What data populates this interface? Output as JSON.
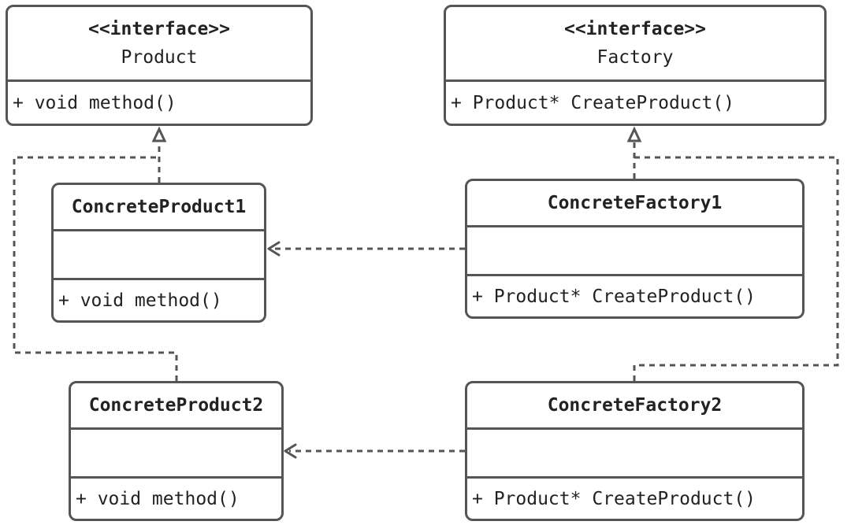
{
  "classes": {
    "product": {
      "stereotype": "<<interface>>",
      "name": "Product",
      "operation": "+ void method()"
    },
    "factory": {
      "stereotype": "<<interface>>",
      "name": "Factory",
      "operation": "+ Product* CreateProduct()"
    },
    "concrete_product1": {
      "name": "ConcreteProduct1",
      "operation": "+ void method()"
    },
    "concrete_factory1": {
      "name": "ConcreteFactory1",
      "operation": "+ Product* CreateProduct()"
    },
    "concrete_product2": {
      "name": "ConcreteProduct2",
      "operation": "+ void method()"
    },
    "concrete_factory2": {
      "name": "ConcreteFactory2",
      "operation": "+ Product* CreateProduct()"
    }
  },
  "relations": [
    {
      "from": "ConcreteProduct1",
      "to": "Product",
      "kind": "realization"
    },
    {
      "from": "ConcreteProduct2",
      "to": "Product",
      "kind": "realization"
    },
    {
      "from": "ConcreteFactory1",
      "to": "Factory",
      "kind": "realization"
    },
    {
      "from": "ConcreteFactory2",
      "to": "Factory",
      "kind": "realization"
    },
    {
      "from": "ConcreteFactory1",
      "to": "ConcreteProduct1",
      "kind": "dependency"
    },
    {
      "from": "ConcreteFactory2",
      "to": "ConcreteProduct2",
      "kind": "dependency"
    }
  ],
  "colors": {
    "line": "#555555",
    "text": "#222222",
    "background": "#ffffff"
  }
}
